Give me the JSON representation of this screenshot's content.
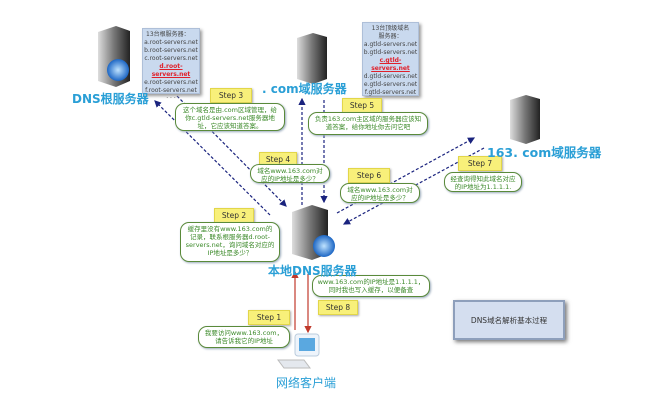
{
  "servers": {
    "root": {
      "label": "DNS根服务器"
    },
    "com": {
      "label": ". com域服务器"
    },
    "s163": {
      "label": "163. com域服务器"
    },
    "local": {
      "label": "本地DNS服务器"
    },
    "client": {
      "label": "网络客户端"
    }
  },
  "root_list": {
    "title": "13台根服务器：",
    "items": [
      "a.root-servers.net",
      "b.root-servers.net",
      "c.root-servers.net",
      "d.root-servers.net",
      "e.root-servers.net",
      "f.root-servers.net",
      "· · ·"
    ],
    "highlight_index": 3
  },
  "gtld_list": {
    "title": "13台顶级域名服务器：",
    "items": [
      "a.gtld-servers.net",
      "b.gtld-servers.net",
      "c.gtld-servers.net",
      "d.gtld-servers.net",
      "e.gtld-servers.net",
      "f.gtld-servers.net"
    ],
    "highlight_index": 2
  },
  "steps": [
    {
      "tag": "Step 1",
      "text": "我要访问www.163.com，请告诉我它的IP地址"
    },
    {
      "tag": "Step 2",
      "text": "缓存里没有www.163.com的记录，联系根服务器d.root-servers.net，询问域名对应的IP地址是多少？"
    },
    {
      "tag": "Step 3",
      "text": "这个域名是由.com区域管理，给你c.gtld-servers.net服务器地址，它应该知道答案。"
    },
    {
      "tag": "Step 4",
      "text": "域名www.163.com对应的IP地址是多少？"
    },
    {
      "tag": "Step 5",
      "text": "负责163.com主区域的服务器应该知道答案，给你地址你去问它吧"
    },
    {
      "tag": "Step 6",
      "text": "域名www.163.com对应的IP地址是多少？"
    },
    {
      "tag": "Step 7",
      "text": "经查询得知此域名对应的IP地址为1.1.1.1."
    },
    {
      "tag": "Step 8",
      "text": "www.163.com的IP地址是1.1.1.1，同时我也写入缓存，以便备查"
    }
  ],
  "legend": {
    "text": "DNS域名解析基本过程"
  },
  "colors": {
    "query_arrow": "#1a237e",
    "client_arrow": "#c0392b",
    "label": "#2a9fd6",
    "bubble_text": "#3c8a2a",
    "tag_bg": "#f8f07a"
  }
}
